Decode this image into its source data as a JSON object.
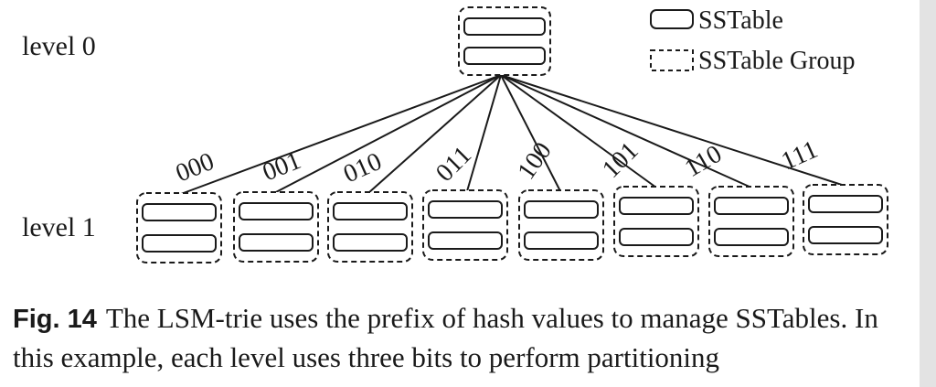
{
  "levels": {
    "level0_label": "level 0",
    "level1_label": "level 1"
  },
  "legend": {
    "sstable": "SSTable",
    "group": "SSTable Group"
  },
  "edge_labels": [
    "000",
    "001",
    "010",
    "011",
    "100",
    "101",
    "110",
    "111"
  ],
  "caption": {
    "label": "Fig. 14",
    "text": "The LSM-trie uses the prefix of hash values to manage SSTables. In this example, each level uses three bits to perform partitioning"
  },
  "colors": {
    "ink": "#1a1a1a",
    "background": "#ffffff"
  }
}
